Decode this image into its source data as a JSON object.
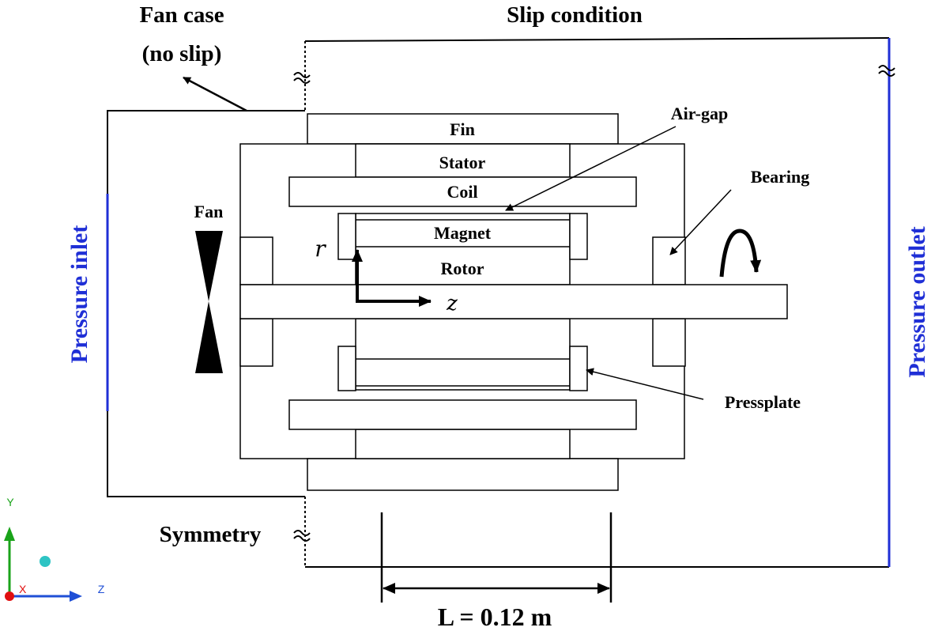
{
  "labels": {
    "fan_case": "Fan case",
    "no_slip": "(no slip)",
    "slip_condition": "Slip condition",
    "fin": "Fin",
    "stator": "Stator",
    "coil": "Coil",
    "magnet": "Magnet",
    "rotor": "Rotor",
    "air_gap": "Air-gap",
    "bearing": "Bearing",
    "fan": "Fan",
    "pressplate": "Pressplate",
    "pressure_inlet": "Pressure inlet",
    "pressure_outlet": "Pressure outlet",
    "symmetry": "Symmetry",
    "r_axis": "r",
    "z_axis": "z",
    "length": "L = 0.12 m",
    "triad_y": "Y",
    "triad_x": "X",
    "triad_z": "Z"
  },
  "colors": {
    "boundary_blue": "#1f2fd6",
    "triad_y": "#1aa31a",
    "triad_z": "#1f4fd6",
    "triad_origin": "#e01010",
    "triad_sphere": "#2ec4c4"
  }
}
